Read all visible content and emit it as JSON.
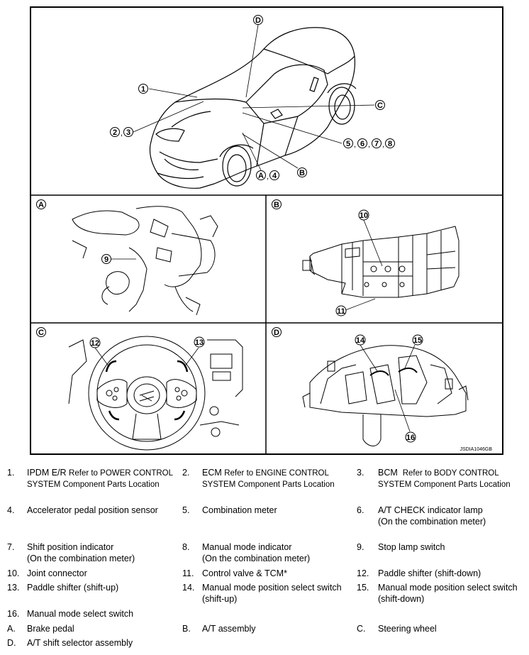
{
  "figure_id": "JSDIA1046GB",
  "callouts": {
    "c1": "1",
    "c2": "2",
    "c3": "3",
    "c4": "4",
    "c5": "5",
    "c6": "6",
    "c7": "7",
    "c8": "8",
    "c9": "9",
    "c10": "10",
    "c11": "11",
    "c12": "12",
    "c13": "13",
    "c14": "14",
    "c15": "15",
    "c16": "16",
    "cA": "A",
    "cB": "B",
    "cC": "C",
    "cD": "D"
  },
  "panel_labels": {
    "A": "A",
    "B": "B",
    "C": "C",
    "D": "D"
  },
  "legend": [
    {
      "num": "1.",
      "lines": [
        "IPDM E/R"
      ],
      "ref": [
        "Refer to POWER CONTROL",
        "SYSTEM Component Parts Location"
      ]
    },
    {
      "num": "2.",
      "lines": [
        "ECM"
      ],
      "ref": [
        "Refer to ENGINE CONTROL",
        "SYSTEM Component Parts Location"
      ]
    },
    {
      "num": "3.",
      "lines": [
        "BCM"
      ],
      "ref": [
        "Refer to BODY CONTROL",
        "SYSTEM Component Parts Location"
      ]
    },
    {
      "num": "4.",
      "lines": [
        "Accelerator pedal position sensor"
      ]
    },
    {
      "num": "5.",
      "lines": [
        "Combination meter"
      ]
    },
    {
      "num": "6.",
      "lines": [
        "A/T CHECK indicator lamp",
        "(On the combination meter)"
      ]
    },
    {
      "num": "7.",
      "lines": [
        "Shift position indicator",
        "(On the combination meter)"
      ]
    },
    {
      "num": "8.",
      "lines": [
        "Manual mode indicator",
        "(On the combination meter)"
      ]
    },
    {
      "num": "9.",
      "lines": [
        "Stop lamp switch"
      ]
    },
    {
      "num": "10.",
      "lines": [
        "Joint connector"
      ]
    },
    {
      "num": "11.",
      "lines": [
        "Control valve & TCM*"
      ]
    },
    {
      "num": "12.",
      "lines": [
        "Paddle shifter (shift-down)"
      ]
    },
    {
      "num": "13.",
      "lines": [
        "Paddle shifter (shift-up)"
      ]
    },
    {
      "num": "14.",
      "lines": [
        "Manual mode position select switch",
        "(shift-up)"
      ]
    },
    {
      "num": "15.",
      "lines": [
        "Manual mode position select switch",
        "(shift-down)"
      ]
    },
    {
      "num": "16.",
      "lines": [
        "Manual mode select switch"
      ]
    },
    {
      "num": "A.",
      "lines": [
        "Brake pedal"
      ]
    },
    {
      "num": "B.",
      "lines": [
        "A/T assembly"
      ]
    },
    {
      "num": "C.",
      "lines": [
        "Steering wheel"
      ]
    },
    {
      "num": "D.",
      "lines": [
        "A/T shift selector assembly"
      ]
    }
  ]
}
